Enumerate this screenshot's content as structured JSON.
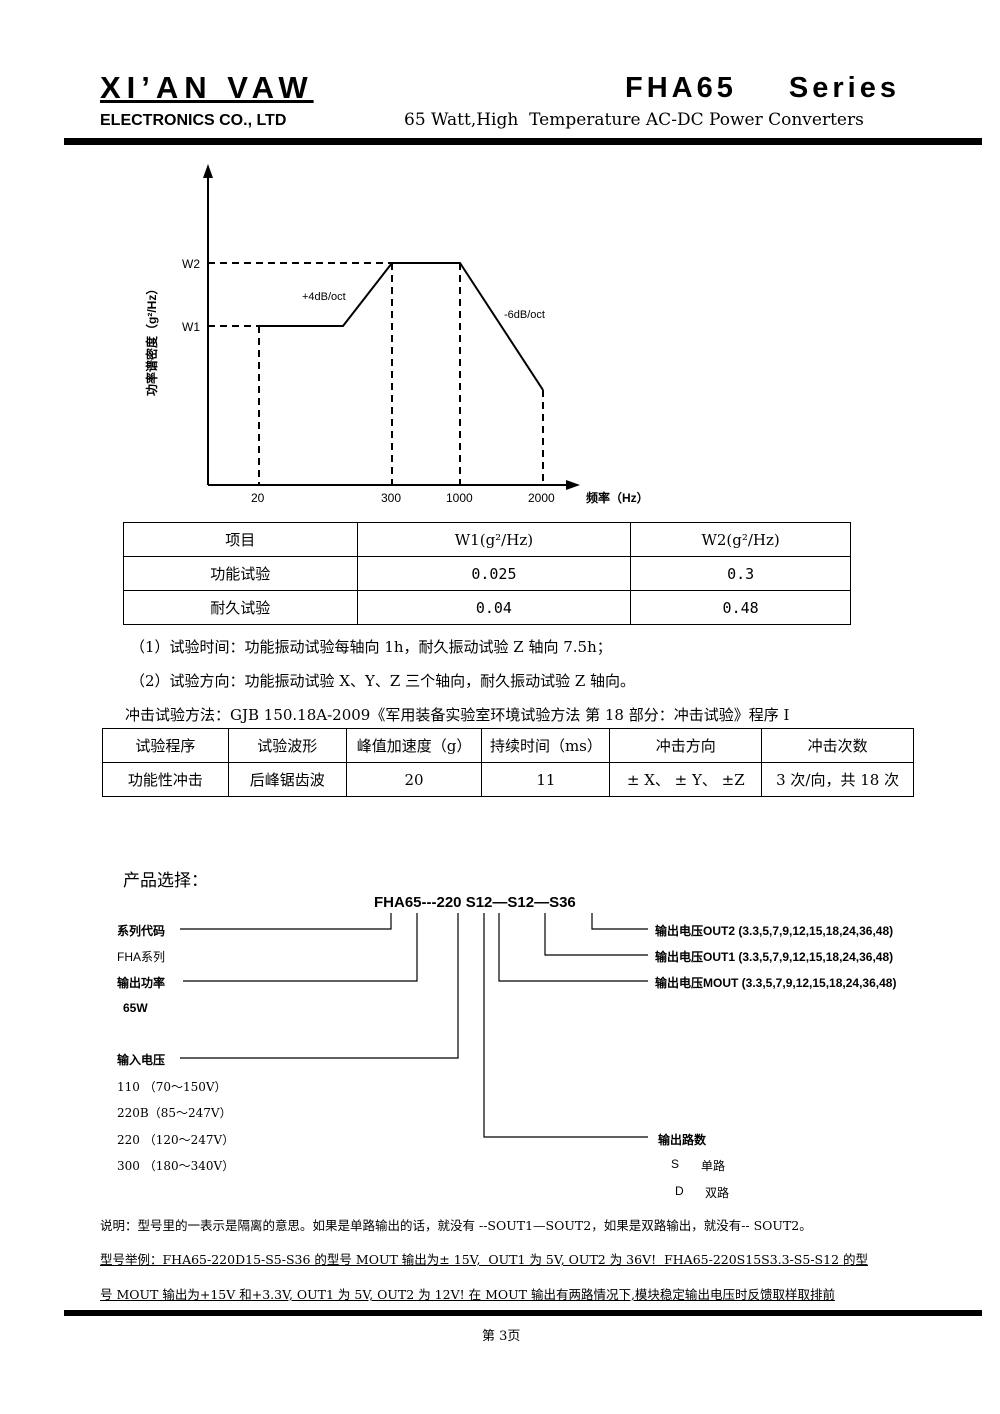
{
  "header": {
    "company": "XI’AN VAW",
    "company_sub": "ELECTRONICS CO., LTD",
    "series": "FHA65 Series",
    "subtitle": "65 Watt,High  Temperature AC-DC Power Converters"
  },
  "chart_data": {
    "type": "line",
    "ylabel": "功率谱密度（g²/Hz）",
    "xlabel": "频率（Hz）",
    "x_ticks": [
      "20",
      "300",
      "1000",
      "2000"
    ],
    "y_ticks": [
      "W1",
      "W2"
    ],
    "annotations": [
      "+4dB/oct",
      "-6dB/oct"
    ],
    "grid": false
  },
  "table1": {
    "headers": [
      "项目",
      "W1(g²/Hz)",
      "W2(g²/Hz)"
    ],
    "rows": [
      [
        "功能试验",
        "0.025",
        "0.3"
      ],
      [
        "耐久试验",
        "0.04",
        "0.48"
      ]
    ]
  },
  "notes": {
    "note1": "（1）试验时间：功能振动试验每轴向 1h，耐久振动试验 Z 轴向 7.5h；",
    "note2": "（2）试验方向：功能振动试验 X、Y、Z 三个轴向，耐久振动试验 Z 轴向。",
    "shock_method": "冲击试验方法：GJB 150.18A-2009《军用装备实验室环境试验方法 第 18 部分：冲击试验》程序 I"
  },
  "table2": {
    "headers": [
      "试验程序",
      "试验波形",
      "峰值加速度（g）",
      "持续时间（ms）",
      "冲击方向",
      "冲击次数"
    ],
    "rows": [
      [
        "功能性冲击",
        "后峰锯齿波",
        "20",
        "11",
        "± X、 ± Y、 ±Z",
        "3 次/向，共 18 次"
      ]
    ]
  },
  "selection": {
    "title": "产品选择：",
    "model": "FHA65---220 S12—S12—S36",
    "left_labels": {
      "series_code": "系列代码",
      "fha_series": "FHA系列",
      "output_power": "输出功率",
      "watts": "65W",
      "input_voltage": "输入电压",
      "v110": "110 （70～150V）",
      "v220b": "220B（85～247V）",
      "v220": "220 （120～247V）",
      "v300": "300 （180～340V）"
    },
    "right_labels": {
      "out2": "输出电压OUT2 (3.3,5,7,9,12,15,18,24,36,48)",
      "out1": "输出电压OUT1 (3.3,5,7,9,12,15,18,24,36,48)",
      "mout": "输出电压MOUT (3.3,5,7,9,12,15,18,24,36,48)",
      "channels": "输出路数",
      "s_code": "S",
      "s_label": "单路",
      "d_code": "D",
      "d_label": "双路"
    }
  },
  "footer": {
    "explanation": "说明：型号里的一表示是隔离的意思。如果是单路输出的话，就没有 --SOUT1—SOUT2，如果是双路输出，就没有-- SOUT2。",
    "example1": "型号举例：FHA65-220D15-S5-S36 的型号 MOUT 输出为± 15V,  OUT1 为 5V, OUT2 为 36V!  FHA65-220S15S3.3-S5-S12 的型",
    "example2": "号 MOUT 输出为+15V 和+3.3V, OUT1 为 5V, OUT2 为 12V! 在 MOUT 输出有两路情况下,模块稳定输出电压时反馈取样取排前",
    "page": "第 3页"
  }
}
